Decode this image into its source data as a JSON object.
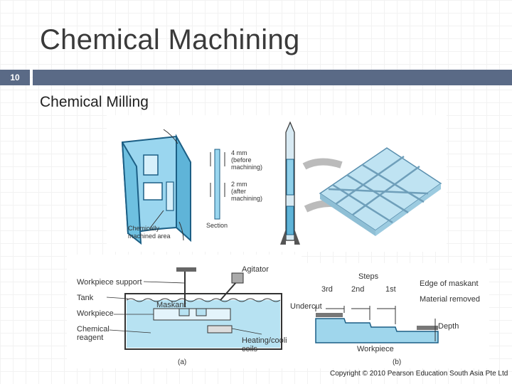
{
  "slide": {
    "title": "Chemical Machining",
    "number": "10",
    "subtitle": "Chemical Milling",
    "copyright": "Copyright © 2010 Pearson Education South Asia Pte Ltd"
  },
  "figure_top": {
    "labels": {
      "chem_area": "Chemically",
      "chem_area2": "machined area",
      "before_thk": "4 mm",
      "before_txt": "(before",
      "before_txt2": "machining)",
      "after_thk": "2 mm",
      "after_txt": "(after",
      "after_txt2": "machining)",
      "section": "Section"
    }
  },
  "figure_a": {
    "labels": {
      "agitator": "Agitator",
      "workpiece_support": "Workpiece support",
      "tank": "Tank",
      "workpiece": "Workpiece",
      "chemical": "Chemical",
      "reagent": "reagent",
      "maskant": "Maskant",
      "coils": "Heating/cooling",
      "coils2": "coils",
      "caption": "(a)"
    }
  },
  "figure_b": {
    "labels": {
      "steps": "Steps",
      "third": "3rd",
      "second": "2nd",
      "first": "1st",
      "edge": "Edge of maskant",
      "undercut": "Undercut",
      "removed": "Material removed",
      "depth": "Depth",
      "workpiece": "Workpiece",
      "caption": "(b)"
    }
  },
  "colors": {
    "bar": "#5a6a86",
    "part_blue": "#8fd0ea",
    "part_dark": "#2a6f96"
  }
}
